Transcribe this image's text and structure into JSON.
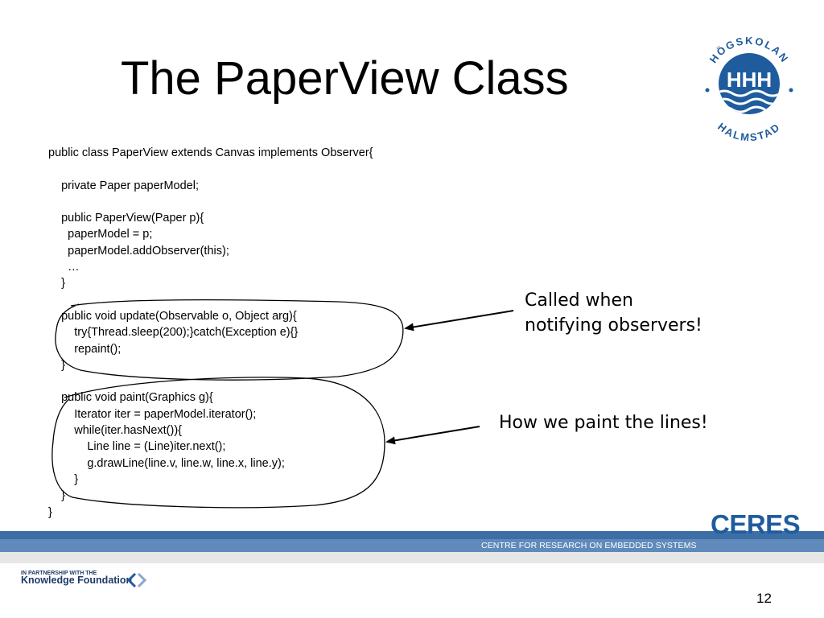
{
  "slide": {
    "title": "The PaperView Class",
    "code_lines": [
      "public class PaperView extends Canvas implements Observer{",
      "",
      "    private Paper paperModel;",
      "",
      "    public PaperView(Paper p){",
      "      paperModel = p;",
      "      paperModel.addObserver(this);",
      "      …",
      "    }",
      "",
      "    public void update(Observable o, Object arg){",
      "        try{Thread.sleep(200);}catch(Exception e){}",
      "        repaint();",
      "    }",
      "",
      "    public void paint(Graphics g){",
      "        Iterator iter = paperModel.iterator();",
      "        while(iter.hasNext()){",
      "            Line line = (Line)iter.next();",
      "            g.drawLine(line.v, line.w, line.x, line.y);",
      "        }",
      "    }",
      "}"
    ],
    "notes": {
      "update_line1": "Called when",
      "update_line2": "notifying observers!",
      "paint": "How we paint the lines!"
    },
    "page_number": "12"
  },
  "branding": {
    "university": {
      "top_text": "HÖGSKOLAN",
      "bottom_text": "HALMSTAD",
      "mark": "HHH",
      "color": "#1f5c9e"
    },
    "ceres": {
      "name": "CERES",
      "tagline": "CENTRE FOR RESEARCH ON EMBEDDED SYSTEMS",
      "color": "#1f5c9e"
    },
    "partner": {
      "prefix": "IN PARTNERSHIP WITH THE",
      "name": "Knowledge Foundation"
    },
    "band_color": "#5f8abb",
    "stripe_color": "#3d6fa6"
  }
}
